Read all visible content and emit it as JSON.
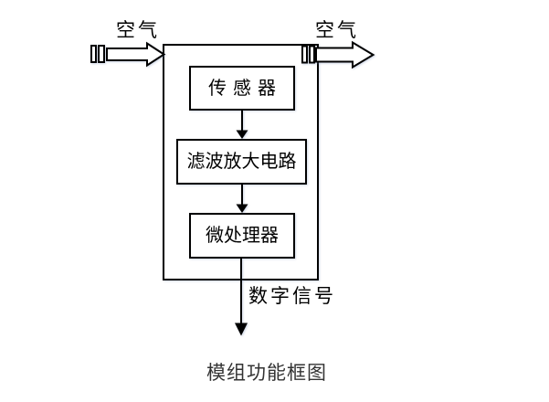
{
  "diagram": {
    "air_in_label": "空气",
    "air_out_label": "空气",
    "blocks": [
      {
        "label": "传感器"
      },
      {
        "label": "滤波放大电路"
      },
      {
        "label": "微处理器"
      }
    ],
    "output_label": "数字信号",
    "caption": "模组功能框图",
    "colors": {
      "line": "#000000",
      "shape_fill": "#ffffff",
      "label_text": "#000000",
      "caption_text": "#333333"
    }
  }
}
